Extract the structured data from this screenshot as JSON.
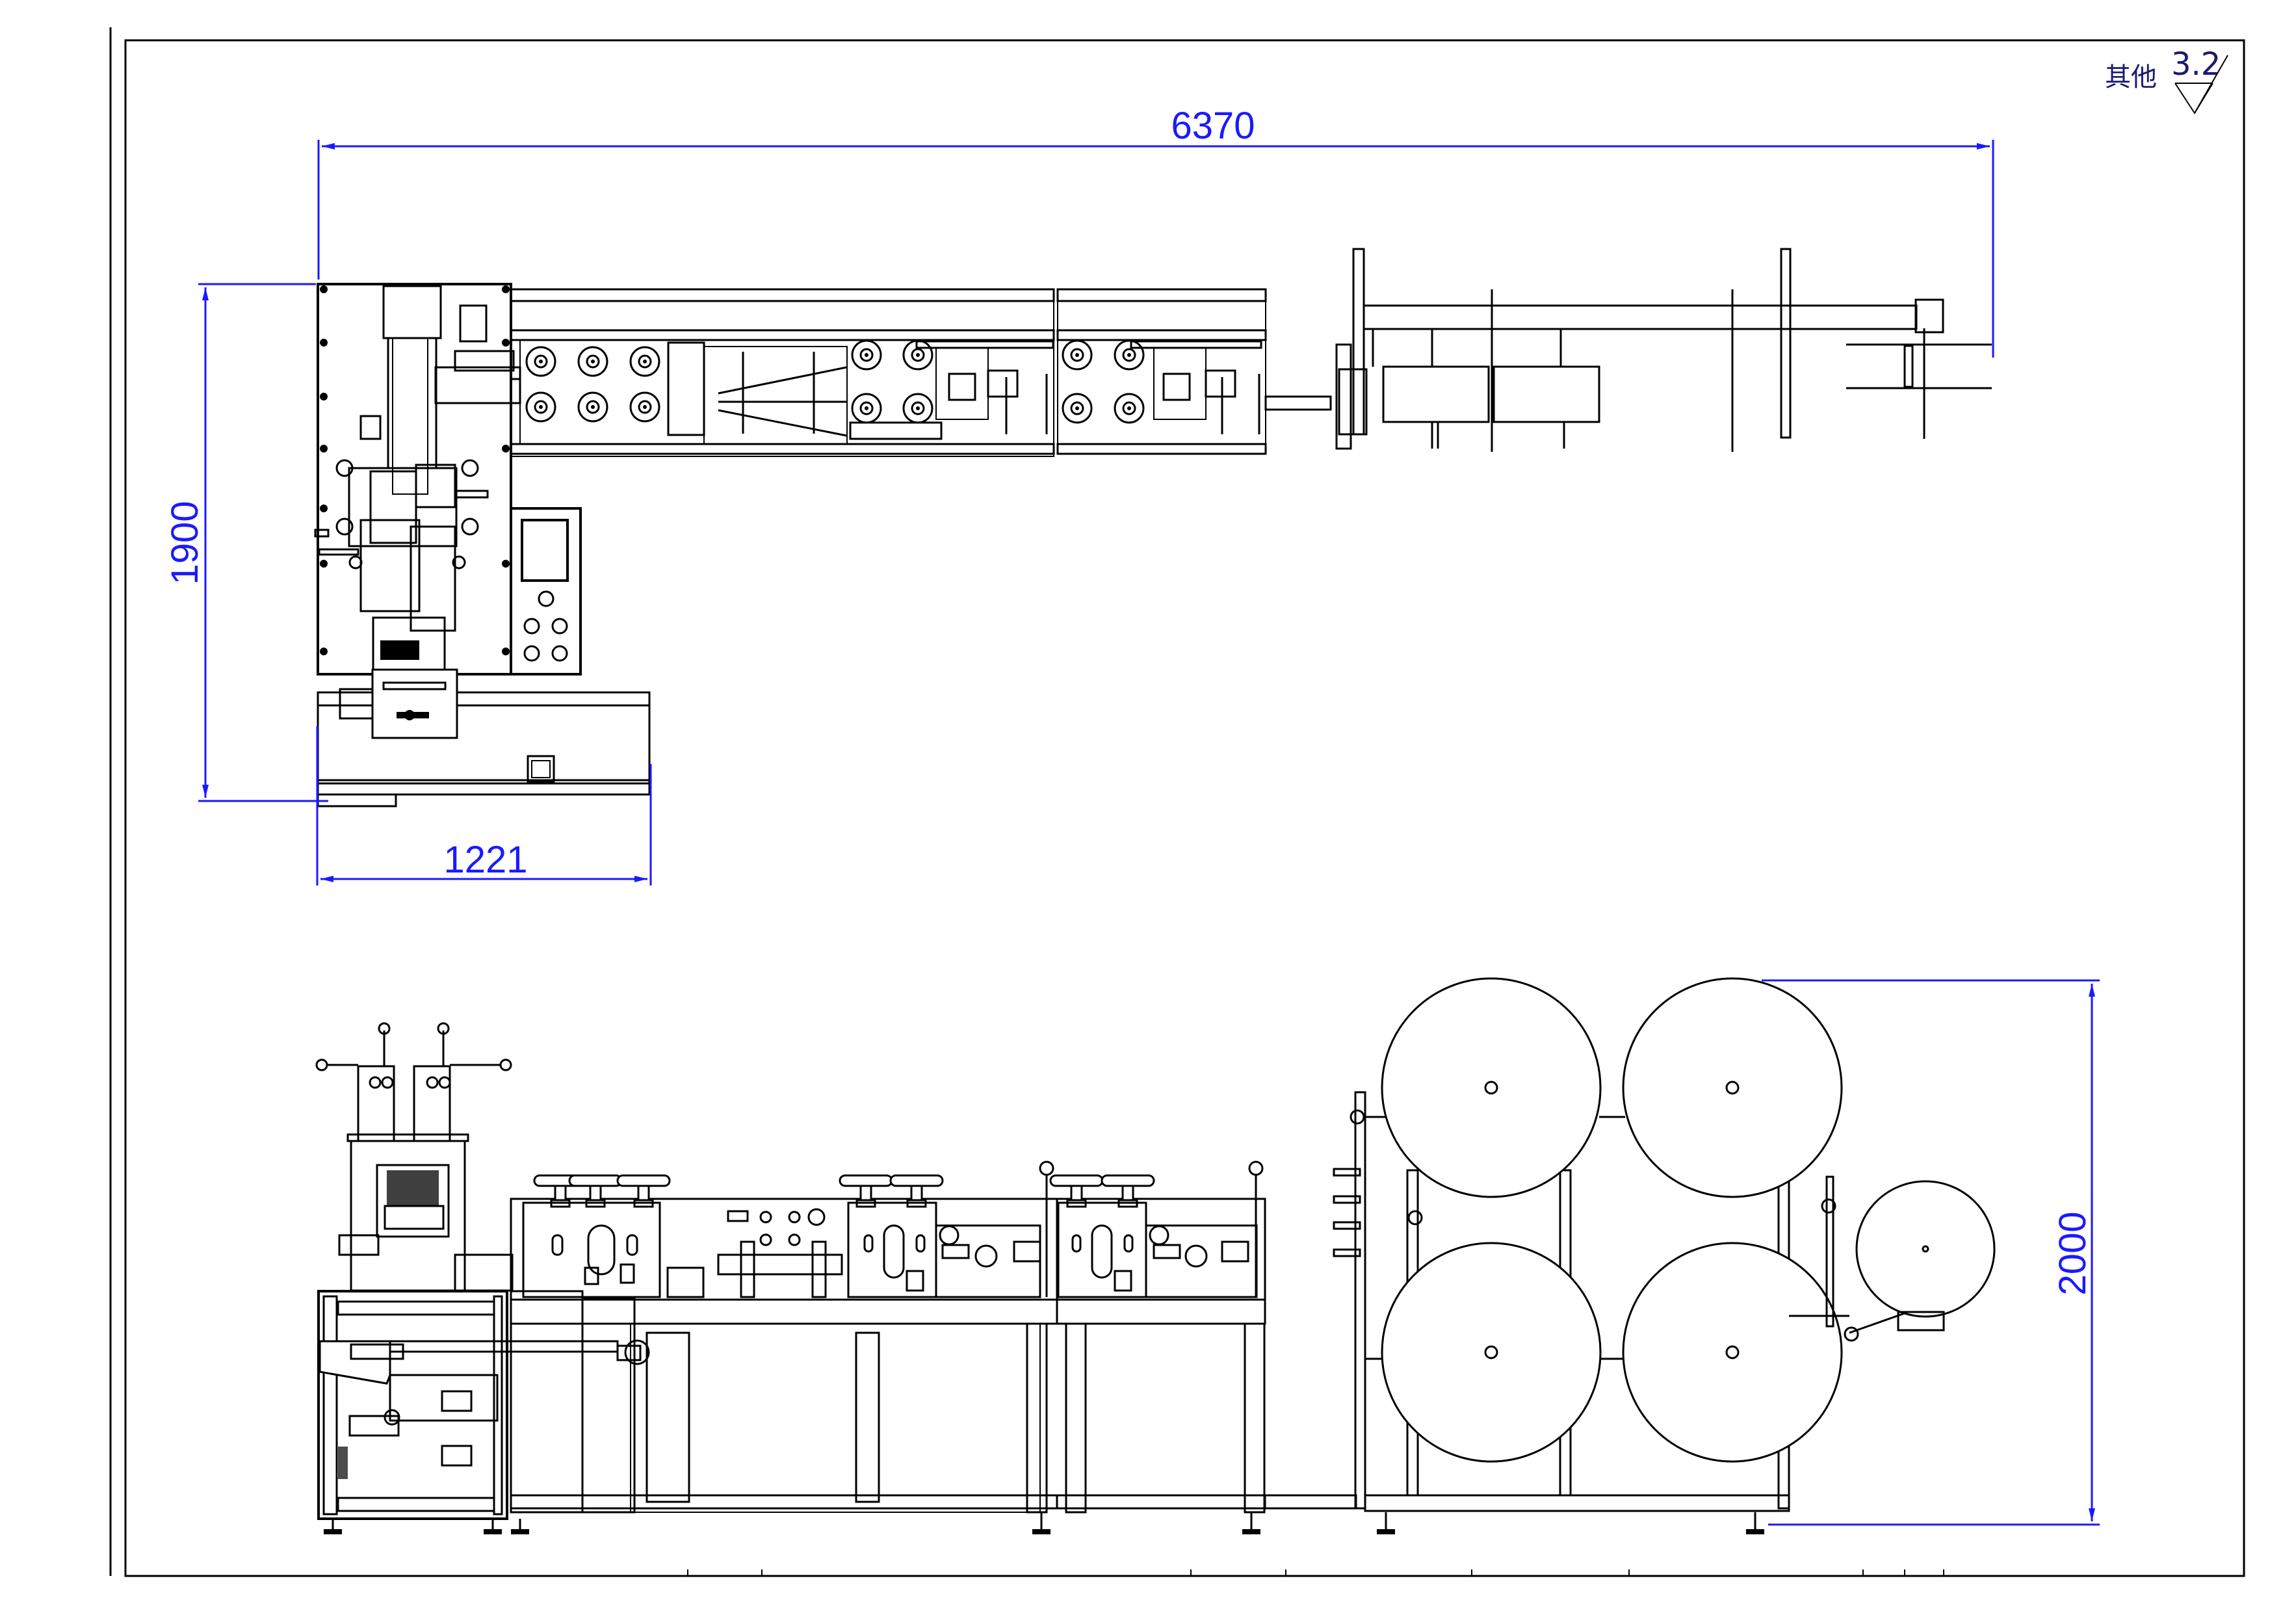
{
  "drawing": {
    "surface_note": {
      "label": "其他",
      "roughness_value": "3.2"
    },
    "dimensions": {
      "overall_length": "6370",
      "top_view_height": "1900",
      "top_view_head_width": "1221",
      "side_view_height": "2000"
    },
    "colors": {
      "line": "#000000",
      "dimension": "#1a1aff",
      "note": "#1a1a6e",
      "background": "#ffffff"
    },
    "views": [
      {
        "name": "top-view"
      },
      {
        "name": "front-view"
      }
    ],
    "material_rolls": {
      "large_count": 4,
      "small_count": 1
    }
  }
}
